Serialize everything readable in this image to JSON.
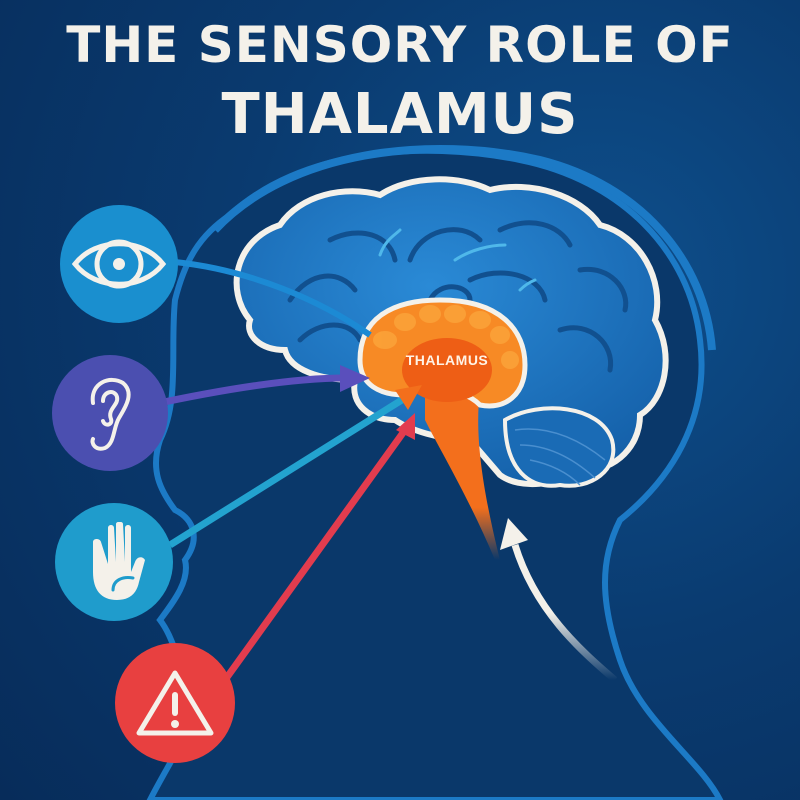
{
  "title": {
    "line1": "THE SENSORY ROLE OF",
    "line2": "THALAMUS"
  },
  "center_label": "THALAMUS",
  "colors": {
    "background": "#0a3b70",
    "brain": "#1f78c8",
    "thalamus": "#f36f1c",
    "vision": "#1a8fcf",
    "hearing": "#4b4fb0",
    "touch": "#1f9ccc",
    "pain": "#e84040",
    "outline": "#f4f1ea"
  },
  "senses": [
    {
      "id": "vision",
      "icon": "eye-icon",
      "color": "#1a8fcf"
    },
    {
      "id": "hearing",
      "icon": "ear-icon",
      "color": "#4b4fb0"
    },
    {
      "id": "touch",
      "icon": "hand-icon",
      "color": "#1f9ccc"
    },
    {
      "id": "pain",
      "icon": "warning-icon",
      "color": "#e84040"
    }
  ],
  "ascending_arrow": {
    "color": "#f4f1ea",
    "direction": "up"
  }
}
